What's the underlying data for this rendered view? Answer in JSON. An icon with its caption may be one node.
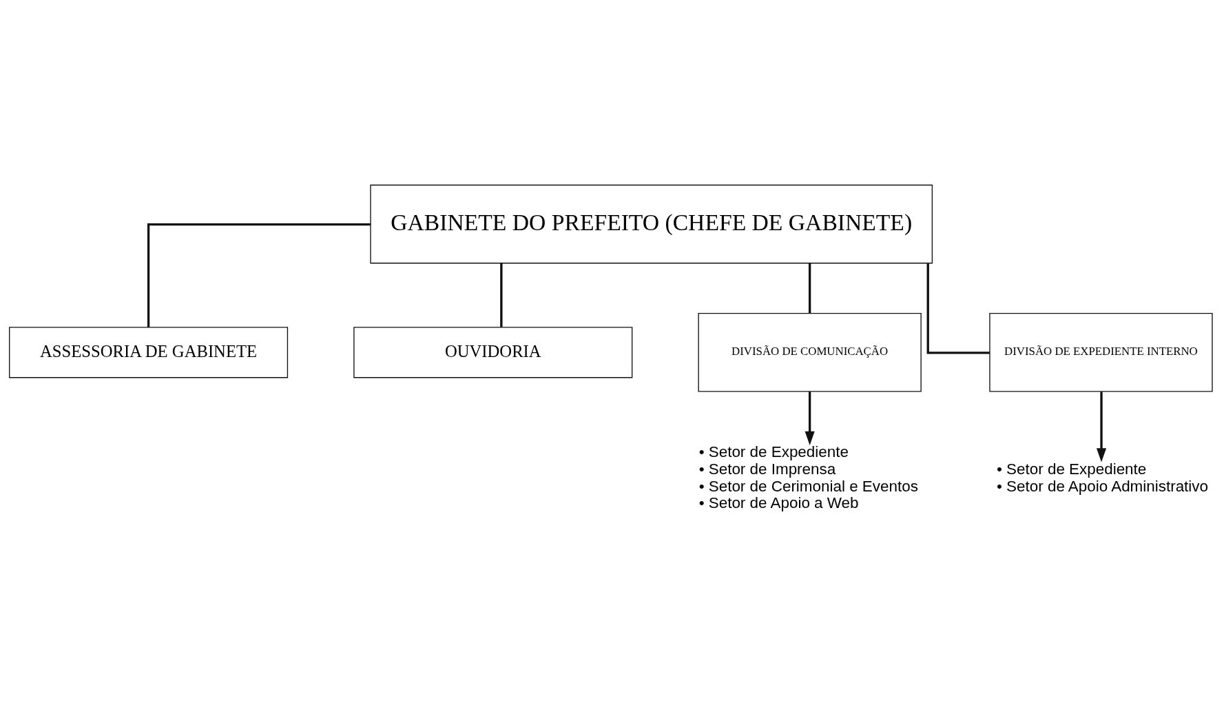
{
  "diagram": {
    "nodes": [
      {
        "text": [
          "GABINETE DO PREFEITO (CHEFE DE GABINETE)"
        ]
      },
      {
        "text": [
          "ASSESSORIA DE GABINETE"
        ]
      },
      {
        "text": [
          "OUVIDORIA"
        ]
      },
      {
        "text": [
          "DIVISÃO DE COMUNICAÇÃO"
        ]
      },
      {
        "text": [
          "DIVISÃO DE EXPEDIENTE INTERNO"
        ]
      },
      {
        "text": [
          "• Setor de Expediente",
          "• Setor de Imprensa",
          "• Setor de Cerimonial e Eventos",
          "• Setor de Apoio a Web"
        ]
      },
      {
        "text": [
          "• Setor de Expediente",
          "• Setor de Apoio Administrativo"
        ]
      }
    ],
    "edges": [
      {
        "from": 0,
        "to": 1,
        "arrow": "none"
      },
      {
        "from": 0,
        "to": 2,
        "arrow": "none"
      },
      {
        "from": 0,
        "to": 3,
        "arrow": "none"
      },
      {
        "from": 0,
        "to": 4,
        "arrow": "none"
      },
      {
        "from": 3,
        "to": 5,
        "arrow": "to"
      },
      {
        "from": 4,
        "to": 6,
        "arrow": "to"
      }
    ]
  }
}
